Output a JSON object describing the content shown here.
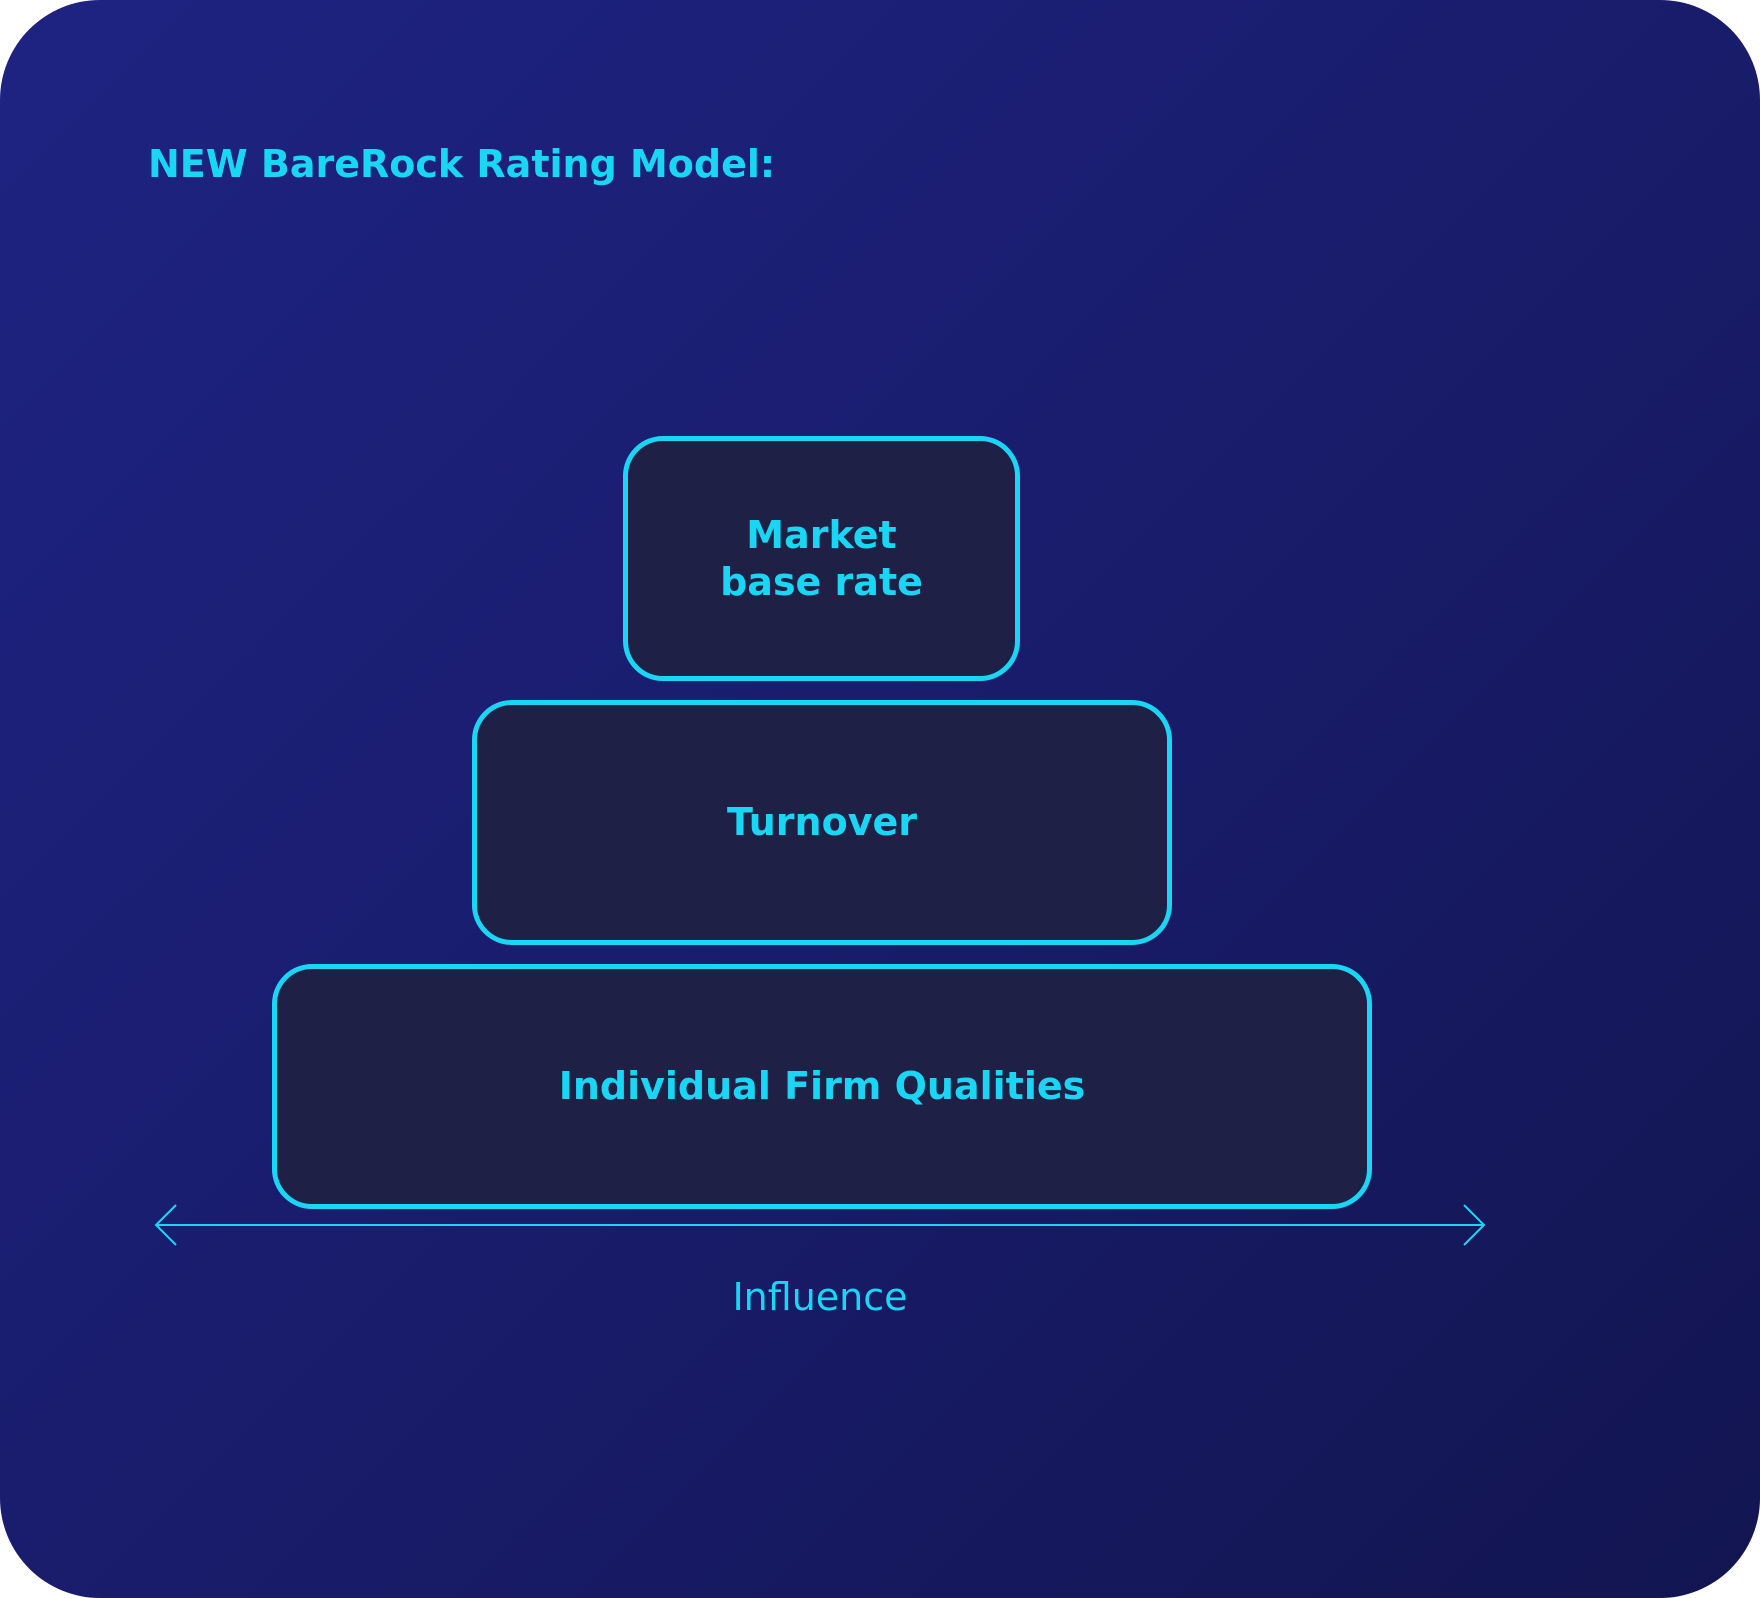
{
  "title": "NEW BareRock Rating Model:",
  "tiers": [
    {
      "lines": [
        "Market",
        "base rate"
      ]
    },
    {
      "lines": [
        "Turnover"
      ]
    },
    {
      "lines": [
        "Individual Firm Qualities"
      ]
    }
  ],
  "axis": {
    "label": "Influence",
    "direction": "bidirectional"
  },
  "colors": {
    "accent": "#1ad6f5",
    "background_start": "#1e2382",
    "background_end": "#121550",
    "box_fill": "#1e2045"
  }
}
